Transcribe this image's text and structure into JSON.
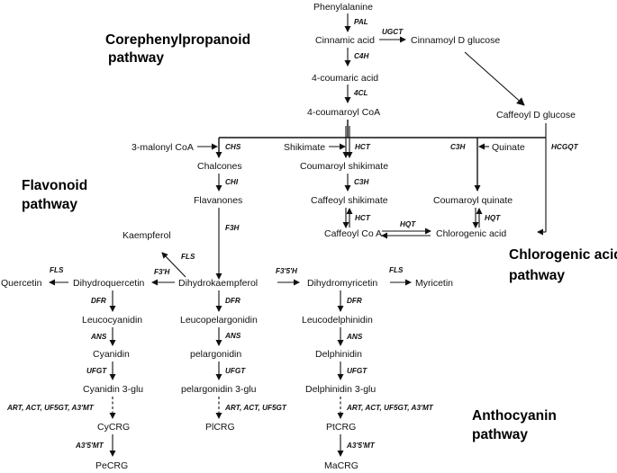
{
  "titles": {
    "corephenyl_1": "Corephenylpropanoid",
    "corephenyl_2": "pathway",
    "flavonoid_1": "Flavonoid",
    "flavonoid_2": "pathway",
    "chlorogenic_1": "Chlorogenic acid",
    "chlorogenic_2": "pathway",
    "anthocyanin_1": "Anthocyanin",
    "anthocyanin_2": "pathway"
  },
  "nodes": {
    "phenylalanine": "Phenylalanine",
    "cinnamic_acid": "Cinnamic acid",
    "cinnamoyl_d_glucose": "Cinnamoyl D glucose",
    "coumaric_acid": "4-coumaric acid",
    "coumaroyl_coa": "4-coumaroyl CoA",
    "caffeoyl_d_glucose": "Caffeoyl D glucose",
    "malonyl_coa": "3-malonyl CoA",
    "shikimate": "Shikimate",
    "quinate": "Quinate",
    "chalcones": "Chalcones",
    "coumaroyl_shikimate": "Coumaroyl shikimate",
    "flavanones": "Flavanones",
    "caffeoyl_shikimate": "Caffeoyl shikimate",
    "coumaroyl_quinate": "Coumaroyl quinate",
    "caffeoyl_coa": "Caffeoyl Co A",
    "chlorogenic_acid": "Chlorogenic acid",
    "kaempferol": "Kaempferol",
    "quercetin": "Quercetin",
    "dihydroquercetin": "Dihydroquercetin",
    "dihydrokaempferol": "Dihydrokaempferol",
    "dihydromyricetin": "Dihydromyricetin",
    "myricetin": "Myricetin",
    "leucocyanidin": "Leucocyanidin",
    "leucopelargonidin": "Leucopelargonidin",
    "leucodelphinidin": "Leucodelphinidin",
    "cyanidin": "Cyanidin",
    "pelargonidin": "pelargonidin",
    "delphinidin": "Delphinidin",
    "cyanidin_3glu": "Cyanidin 3-glu",
    "pelargonidin_3glu": "pelargonidin 3-glu",
    "delphinidin_3glu": "Delphinidin 3-glu",
    "cycrg": "CyCRG",
    "plcrg": "PlCRG",
    "ptcrg": "PtCRG",
    "pecrg": "PeCRG",
    "macrg": "MaCRG"
  },
  "enzymes": {
    "pal": "PAL",
    "ugct": "UGCT",
    "c4h": "C4H",
    "cl4": "4CL",
    "chs": "CHS",
    "hct_top": "HCT",
    "c3h_right": "C3H",
    "hcgqt": "HCGQT",
    "chi": "CHI",
    "c3h_mid": "C3H",
    "f3h": "F3H",
    "hct_mid": "HCT",
    "hqt_left": "HQT",
    "hqt_right": "HQT",
    "fls_kaemp": "FLS",
    "fls_quer": "FLS",
    "f3h_prime": "F3'H",
    "f35h": "F3'5'H",
    "fls_myr": "FLS",
    "dfr_1": "DFR",
    "dfr_2": "DFR",
    "dfr_3": "DFR",
    "ans_1": "ANS",
    "ans_2": "ANS",
    "ans_3": "ANS",
    "ufgt_1": "UFGT",
    "ufgt_2": "UFGT",
    "ufgt_3": "UFGT",
    "art_1": "ART, ACT, UF5GT, A3'MT",
    "art_2": "ART, ACT, UF5GT",
    "art_3": "ART, ACT, UF5GT, A3'MT",
    "a35mt_1": "A3'5'MT",
    "a35mt_2": "A3'5'MT"
  }
}
